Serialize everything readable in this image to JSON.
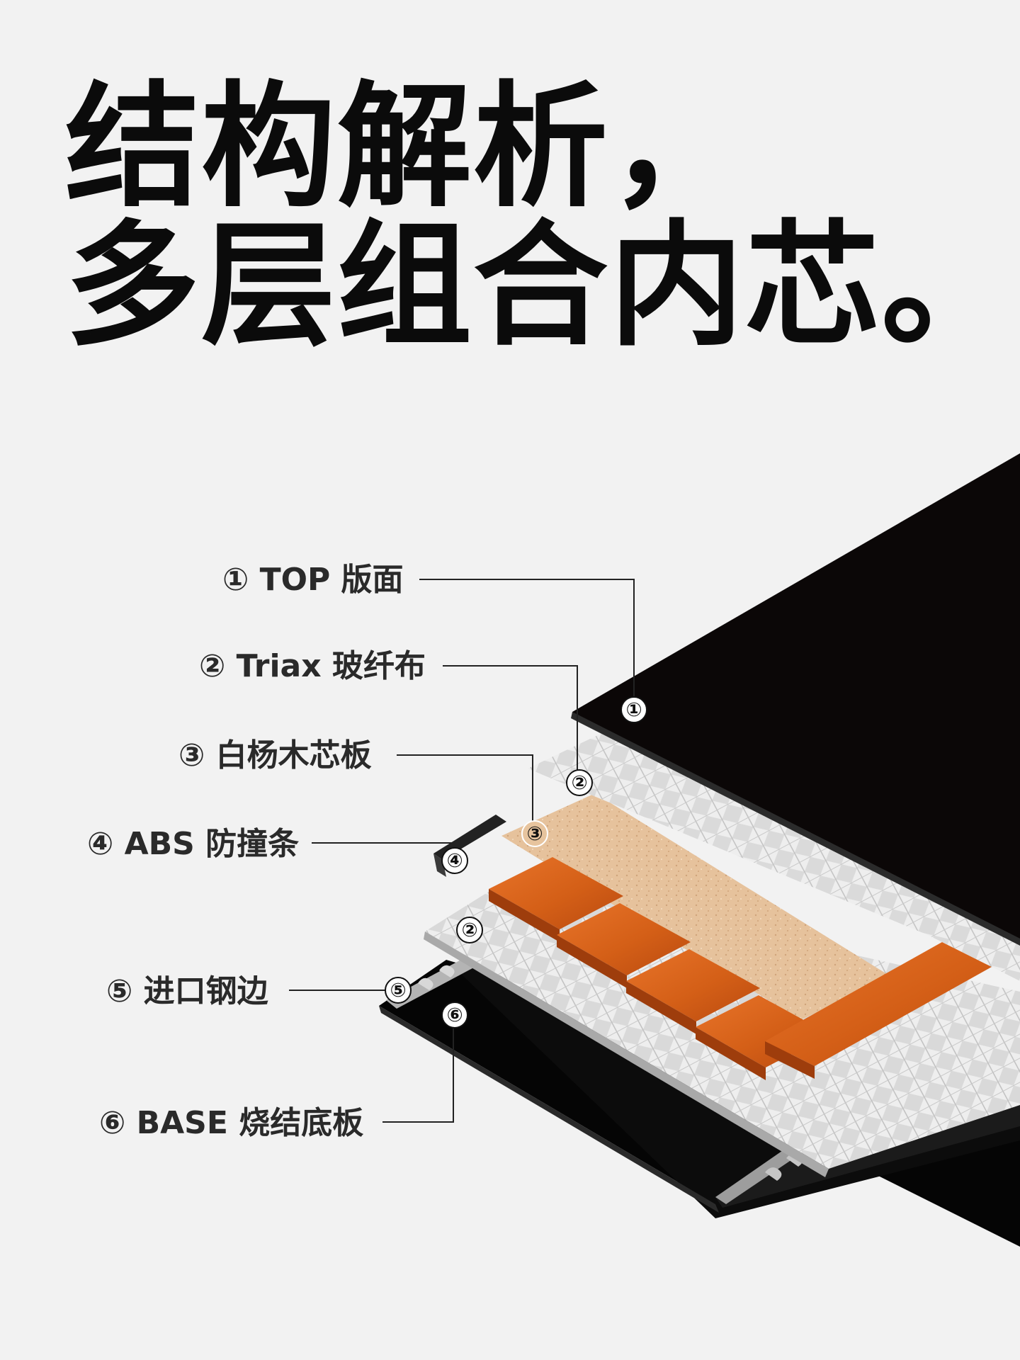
{
  "headline": {
    "line1": "结构解析，",
    "line2": "多层组合内芯。"
  },
  "layers": [
    {
      "num": "①",
      "label": "① TOP 版面"
    },
    {
      "num": "②",
      "label": "② Triax 玻纤布"
    },
    {
      "num": "③",
      "label": "③ 白杨木芯板"
    },
    {
      "num": "④",
      "label": "④ ABS 防撞条"
    },
    {
      "num": "⑤",
      "label": "⑤ 进口钢边"
    },
    {
      "num": "⑥",
      "label": "⑥ BASE 烧结底板"
    }
  ],
  "markers": {
    "glass_lower": "②"
  },
  "colors": {
    "background": "#f2f2f2",
    "text": "#0b0b0b",
    "top_sheet": "#0b0707",
    "fiberglass": "#d6d6d6",
    "wood_dark": "#d2601a",
    "wood_light": "#e3bd93",
    "steel_edge": "#b4b4b4"
  }
}
